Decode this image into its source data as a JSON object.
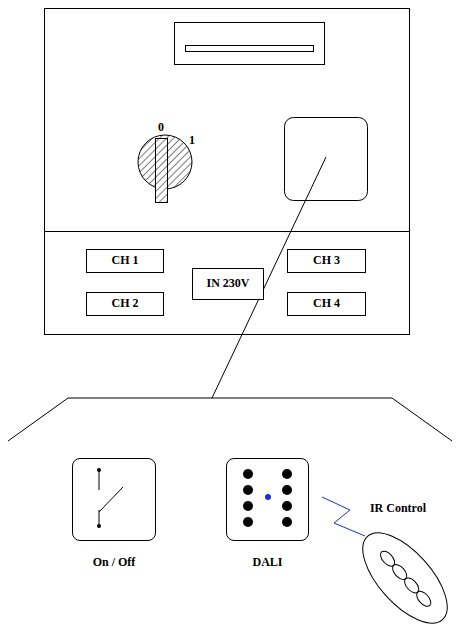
{
  "diagram": {
    "nodes": [
      {
        "text": [
          "CH 1"
        ]
      },
      {
        "text": [
          "CH 2"
        ]
      },
      {
        "text": [
          "IN 230V"
        ]
      },
      {
        "text": [
          "CH 3"
        ]
      },
      {
        "text": [
          "CH 4"
        ]
      },
      {
        "text": [
          "On / Off"
        ]
      },
      {
        "text": [
          "DALI"
        ]
      }
    ],
    "labels": [
      "0",
      "1",
      "IR Control"
    ]
  }
}
